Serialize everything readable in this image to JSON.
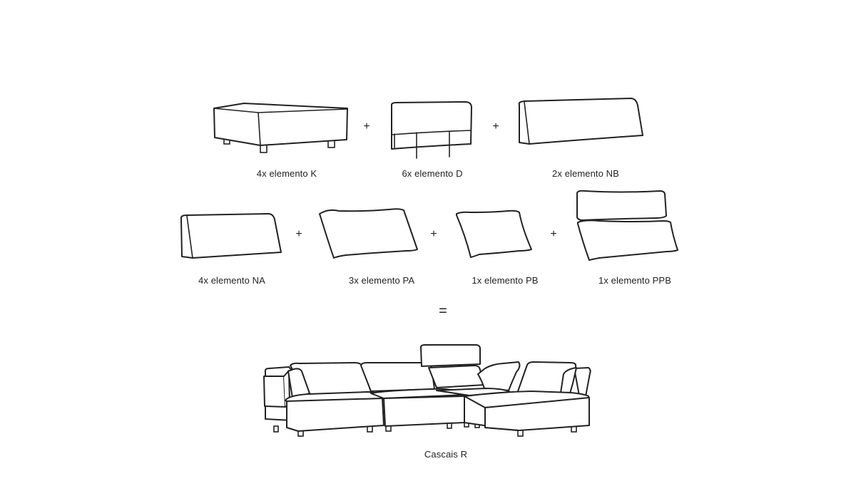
{
  "pieces": [
    {
      "id": "k",
      "label": "4x elemento K"
    },
    {
      "id": "d",
      "label": "6x elemento D"
    },
    {
      "id": "nb",
      "label": "2x elemento NB"
    },
    {
      "id": "na",
      "label": "4x elemento NA"
    },
    {
      "id": "pa",
      "label": "3x elemento PA"
    },
    {
      "id": "pb",
      "label": "1x elemento PB"
    },
    {
      "id": "ppb",
      "label": "1x elemento PPB"
    }
  ],
  "operators": {
    "plus": "+",
    "equals": "="
  },
  "result": {
    "label": "Cascais R"
  },
  "colors": {
    "line": "#222222",
    "background": "#ffffff"
  }
}
